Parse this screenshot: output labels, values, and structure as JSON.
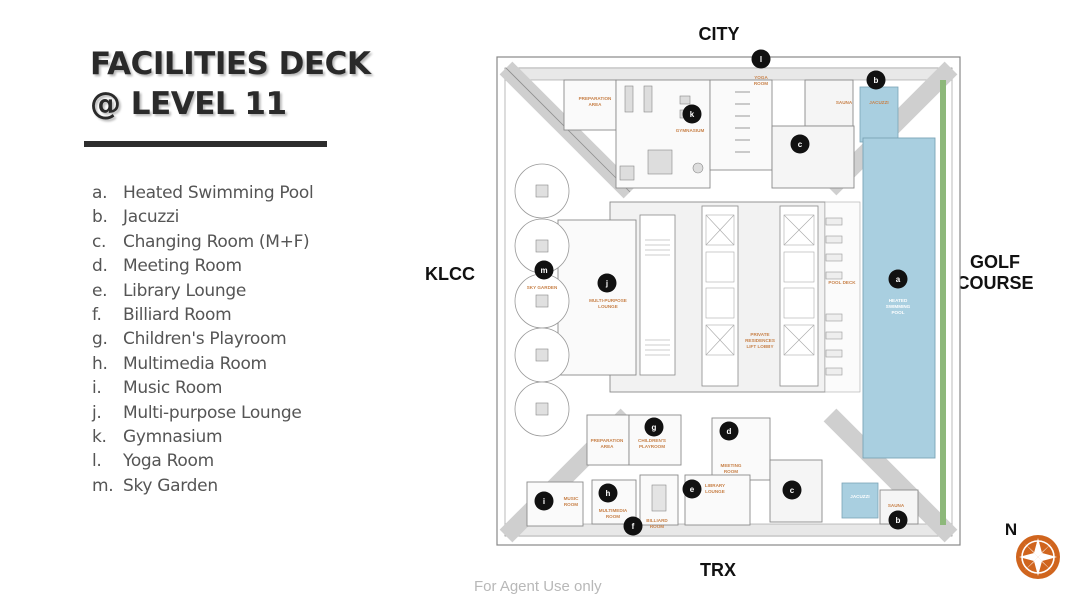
{
  "header": {
    "title_line1": "FACILITIES DECK",
    "title_line2": "@ LEVEL 11"
  },
  "legend": [
    {
      "key": "a.",
      "label": "Heated Swimming Pool"
    },
    {
      "key": "b.",
      "label": "Jacuzzi"
    },
    {
      "key": "c.",
      "label": "Changing Room (M+F)"
    },
    {
      "key": "d.",
      "label": "Meeting Room"
    },
    {
      "key": "e.",
      "label": "Library Lounge"
    },
    {
      "key": "f.",
      "label": "Billiard Room"
    },
    {
      "key": "g.",
      "label": "Children's Playroom"
    },
    {
      "key": "h.",
      "label": "Multimedia Room"
    },
    {
      "key": "i.",
      "label": "Music Room"
    },
    {
      "key": "j.",
      "label": "Multi-purpose Lounge"
    },
    {
      "key": "k.",
      "label": "Gymnasium"
    },
    {
      "key": "l.",
      "label": "Yoga Room"
    },
    {
      "key": "m.",
      "label": "Sky Garden"
    }
  ],
  "directions": {
    "north": "CITY",
    "south": "TRX",
    "west": "KLCC",
    "east_line1": "GOLF",
    "east_line2": "COURSE",
    "compass_letter": "N"
  },
  "plan": {
    "markers": {
      "a": "a",
      "b_top": "b",
      "b_bottom": "b",
      "c_top": "c",
      "c_bottom": "c",
      "d": "d",
      "e": "e",
      "f": "f",
      "g": "g",
      "h": "h",
      "i": "i",
      "j": "j",
      "k": "k",
      "l": "l",
      "m": "m"
    },
    "room_labels": {
      "prep_top_1": "PREPARATION",
      "prep_top_2": "AREA",
      "gym": "GYMNASIUM",
      "yoga_1": "YOGA",
      "yoga_2": "ROOM",
      "sauna_top": "SAUNA",
      "jacuzzi_top": "JACUZZI",
      "sky_garden": "SKY GARDEN",
      "mpl_1": "MULTI-PURPOSE",
      "mpl_2": "LOUNGE",
      "lobby_1": "PRIVATE",
      "lobby_2": "RESIDENCES",
      "lobby_3": "LIFT LOBBY",
      "pool_deck": "POOL DECK",
      "pool_1": "HEATED",
      "pool_2": "SWIMMING",
      "pool_3": "POOL",
      "prep_bot_1": "PREPARATION",
      "prep_bot_2": "AREA",
      "children_1": "CHILDREN'S",
      "children_2": "PLAYROOM",
      "meeting_1": "MEETING",
      "meeting_2": "ROOM",
      "library_1": "LIBRARY",
      "library_2": "LOUNGE",
      "music_1": "MUSIC",
      "music_2": "ROOM",
      "multimedia_1": "MULTIMEDIA",
      "multimedia_2": "ROOM",
      "billiard_1": "BILLIARD",
      "billiard_2": "ROOM",
      "jacuzzi_bot": "JACUZZI",
      "sauna_bot": "SAUNA"
    }
  },
  "footer": {
    "note": "For Agent Use only"
  },
  "colors": {
    "plan_line": "#8a8a8a",
    "plan_fill": "#e6e6e6",
    "room_label": "#c8824a",
    "pool": "#a9cfe0",
    "marker": "#111111",
    "compass": "#d0651e",
    "lawn": "#8db87a"
  }
}
